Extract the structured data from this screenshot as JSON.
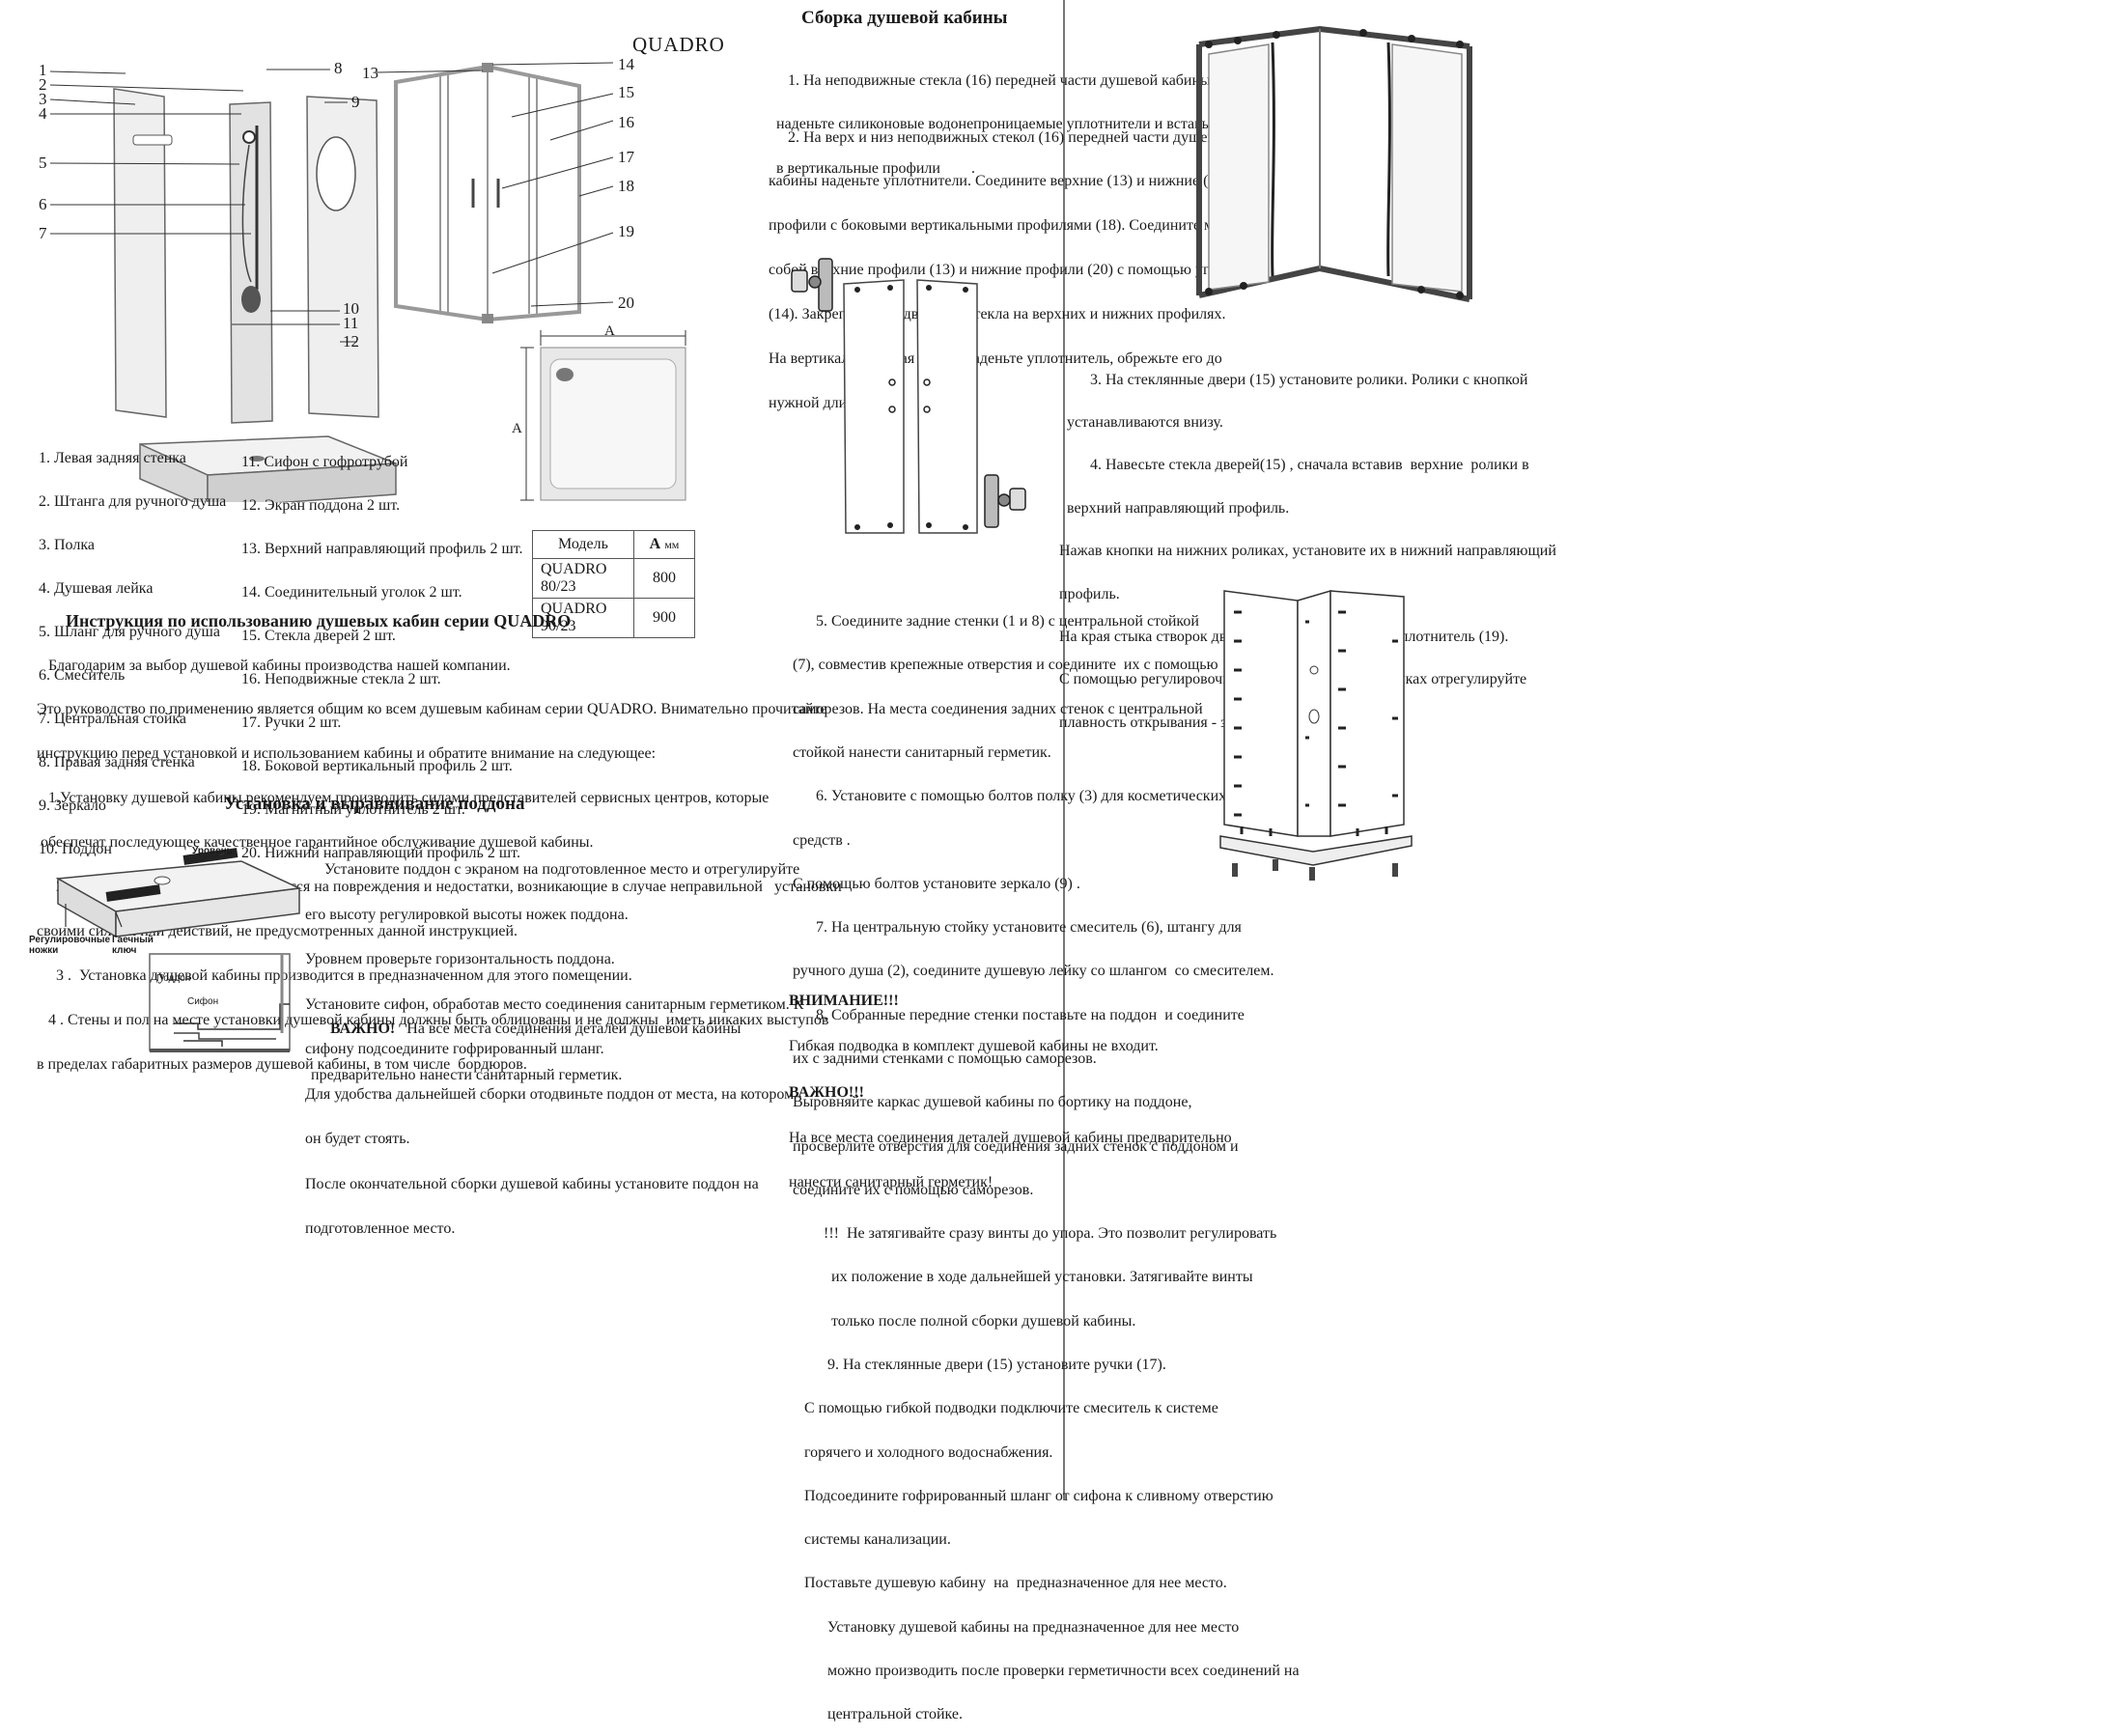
{
  "left": {
    "title": "QUADRO",
    "callouts": [
      "1",
      "2",
      "3",
      "4",
      "5",
      "6",
      "7",
      "8",
      "9",
      "10",
      "11",
      "12",
      "13",
      "14",
      "15",
      "16",
      "17",
      "18",
      "19",
      "20"
    ],
    "dim_label": "A",
    "parts_col1": [
      "1. Левая задняя стенка",
      "2. Штанга для ручного душа",
      "3. Полка",
      "4. Душевая лейка",
      "5. Шланг для ручного душа",
      "6. Смеситель",
      "7. Центральная стойка",
      "8. Правая задняя стенка",
      "9. Зеркало",
      "10. Поддон"
    ],
    "parts_col2": [
      "11. Сифон с гофротрубой",
      "12. Экран поддона 2 шт.",
      "13. Верхний направляющий профиль 2 шт.",
      "14. Соединительный уголок 2 шт.",
      "15. Стекла дверей 2 шт.",
      "16. Неподвижные стекла 2 шт.",
      "17. Ручки 2 шт.",
      "18. Боковой вертикальный профиль 2 шт.",
      "19. Магнитный уплотнитель 2 шт.",
      "20. Нижний направляющий профиль 2 шт."
    ],
    "model_table": {
      "header_model": "Модель",
      "header_a": "А",
      "header_unit": "мм",
      "rows": [
        {
          "model": "QUADRO 80/23",
          "a": "800"
        },
        {
          "model": "QUADRO 90/23",
          "a": "900"
        }
      ]
    },
    "instr_title": "Инструкция по использованию душевых кабин серии  QUADRO",
    "instr_lines": [
      "     Благодарим за выбор душевой кабины производства нашей компании.",
      "  Это руководство по применению является общим ко всем душевым кабинам серии QUADRO. Внимательно прочитайте",
      "  инструкцию перед установкой и использованием кабины и обратите внимание на следующее:",
      "     1.Установку душевой кабины рекомендуем производить силами представителей сервисных центров, которые",
      "   обеспечат последующее качественное гарантийное обслуживание душевой кабины.",
      "       2. Наша гарантия не распространяется на повреждения и недостатки, возникающие в случае неправильной   установки",
      "  своими силами или действий, не предусмотренных данной инструкцией.",
      "       3 .  Установка душевой кабины производится в предназначенном для этого помещении.",
      "     4 . Стены и пол на месте установки душевой кабины должны быть облицованы и не должны  иметь никаких выступов",
      "  в пределах габаритных размеров душевой кабины, в том числе  бордюров."
    ],
    "tray_title": "Установка и выравнивание поддона",
    "tray_lines": [
      "     Установите поддон с экраном на подготовленное место и отрегулируйте",
      "его высоту регулировкой высоты ножек поддона.",
      "Уровнем проверьте горизонтальность поддона.",
      "Установите сифон, обработав место соединения санитарным герметиком. К",
      "сифону подсоедините гофрированный шланг.",
      "Для удобства дальнейшей сборки отодвиньте поддон от места, на котором",
      "он будет стоять.",
      "После окончательной сборки душевой кабины установите поддон на",
      "подготовленное место."
    ],
    "tray_important_label": "ВАЖНО!",
    "tray_important_line1": "   На все места соединения деталей душевой кабины",
    "tray_important_line2": "предварительно нанести санитарный герметик.",
    "fig_level": "Уровень",
    "fig_legs": "Регулировочные\nножки",
    "fig_key": "Гаечный\nключ",
    "fig_tray": "Поддон",
    "fig_siphon": "Сифон"
  },
  "right": {
    "title": "Сборка душевой кабины",
    "block1": [
      "     1. На неподвижные стекла (16) передней части душевой кабины",
      "  наденьте силиконовые водонепроницаемые уплотнители и вставьте их",
      "  в вертикальные профили        ."
    ],
    "block2": [
      "     2. На верх и низ неподвижных стекол (16) передней части душевой",
      "кабины наденьте уплотнители. Соедините верхние (13) и нижние (20)",
      "профили с боковыми вертикальными профилями (18). Соедините между",
      "собой верхние профили (13) и нижние профили (20) с помощью уголков",
      "(14). Закрепите неподвижные стекла на верхних и нижних профилях.",
      "На вертикальные края стекол наденьте уплотнитель, обрежьте его до",
      "нужной длины."
    ],
    "block3": [
      "        3. На стеклянные двери (15) установите ролики. Ролики с кнопкой",
      "  устанавливаются внизу.",
      "        4. Навесьте стекла дверей(15) , сначала вставив  верхние  ролики в",
      "  верхний направляющий профиль.",
      "Нажав кнопки на нижних роликах, установите их в нижний направляющий",
      "профиль.",
      "На края стыка створок двери наденьте магнитный уплотнитель (19).",
      "С помощью регулировочного винта на верхних роликах отрегулируйте",
      "плавность открывания - закрывания дверей."
    ],
    "block4": [
      "        5. Соедините задние стенки (1 и 8) с центральной стойкой",
      "  (7), совместив крепежные отверстия и соедините  их с помощью",
      "  саморезов. На места соединения задних стенок с центральной",
      "  стойкой нанести санитарный герметик.",
      "        6. Установите с помощью болтов полку (3) для косметических",
      "  средств .",
      "  С помощью болтов установите зеркало (9) .",
      "        7. На центральную стойку установите смеситель (6), штангу для",
      "  ручного душа (2), соедините душевую лейку со шлангом  со смесителем.",
      "        8. Собранные передние стенки поставьте на поддон  и соедините",
      "  их с задними стенками с помощью саморезов.",
      "  Выровняйте каркас душевой кабины по бортику на поддоне,",
      "  просверлите отверстия для соединения задних стенок с поддоном и",
      "  соедините их с помощью саморезов.",
      "          !!!  Не затягивайте сразу винты до упора. Это позволит регулировать",
      "            их положение в ходе дальнейшей установки. Затягивайте винты",
      "            только после полной сборки душевой кабины.",
      "           9. На стеклянные двери (15) установите ручки (17).",
      "     С помощью гибкой подводки подключите смеситель к системе",
      "     горячего и холодного водоснабжения.",
      "     Подсоедините гофрированный шланг от сифона к сливному отверстию",
      "     системы канализации.",
      "     Поставьте душевую кабину  на  предназначенное для нее место.",
      "           Установку душевой кабины на предназначенное для нее место",
      "           можно производить после проверки герметичности всех соединений на",
      "           центральной стойке."
    ],
    "warn_label": "ВНИМАНИЕ!!!",
    "warn_text": "Гибкая подводка в комплект душевой кабины не входит.",
    "important_label": "ВАЖНО!!!",
    "important_line1": "На все места соединения деталей душевой кабины предварительно",
    "important_line2": "нанести санитарный герметик!"
  }
}
